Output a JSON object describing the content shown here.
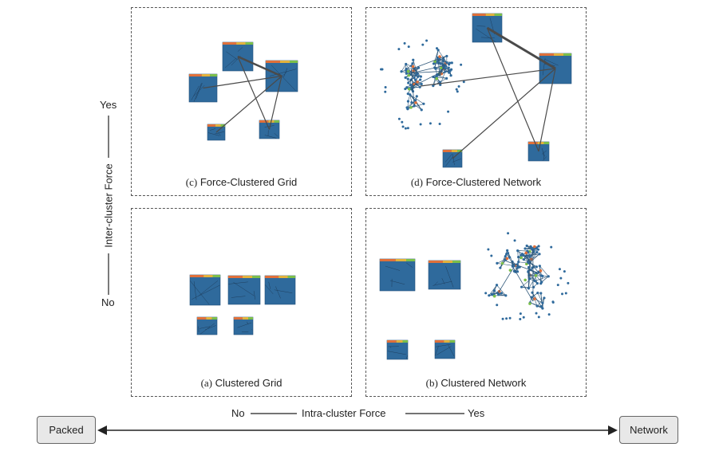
{
  "panels": {
    "c": {
      "lead": "(c)",
      "title": "Force-Clustered Grid"
    },
    "d": {
      "lead": "(d)",
      "title": "Force-Clustered Network"
    },
    "a": {
      "lead": "(a)",
      "title": "Clustered Grid"
    },
    "b": {
      "lead": "(b)",
      "title": "Clustered Network"
    }
  },
  "vertical_axis": {
    "top": "Yes",
    "bottom": "No",
    "label": "Inter-cluster Force"
  },
  "horizontal_axis": {
    "left": "No",
    "right": "Yes",
    "label": "Intra-cluster Force"
  },
  "buttons": {
    "left": "Packed",
    "right": "Network"
  },
  "colors": {
    "node": "#2f6a9c",
    "edge": "#4a4a4a",
    "top_row": [
      "#e0703a",
      "#e3b23c",
      "#7cbf4a"
    ]
  }
}
